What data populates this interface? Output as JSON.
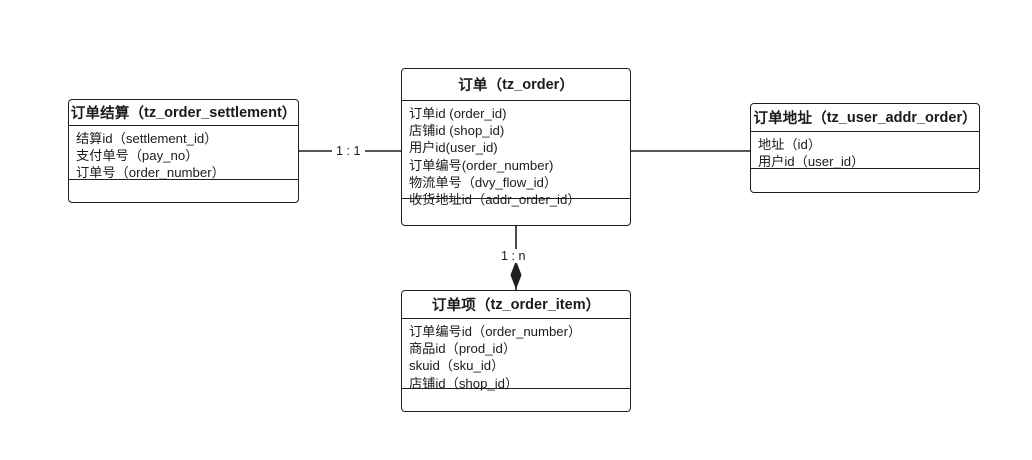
{
  "diagram": {
    "type": "er-diagram",
    "title_cjk": "",
    "stroke_color": "#1f1f1f",
    "fill_color": "#ffffff"
  },
  "entities": [
    {
      "id": "tz_order_settlement",
      "name_cjk": "订单结算",
      "name_table": "tz_order_settlement",
      "title_open_paren": "（",
      "title_close_paren": "）",
      "attributes": [
        "结算id（settlement_id）",
        "支付单号（pay_no）",
        "订单号（order_number）"
      ]
    },
    {
      "id": "tz_order",
      "name_cjk": "订单",
      "name_table": "tz_order",
      "title_open_paren": "（",
      "title_close_paren": "）",
      "attributes": [
        "订单id (order_id)",
        "店铺id (shop_id)",
        "用户id(user_id)",
        "订单编号(order_number)",
        "物流单号（dvy_flow_id）",
        "收货地址id（addr_order_id）"
      ]
    },
    {
      "id": "tz_user_addr_order",
      "name_cjk": "订单地址",
      "name_table": "tz_user_addr_order",
      "title_open_paren": "（",
      "title_close_paren": "）",
      "attributes": [
        "地址（id）",
        "用户id（user_id）"
      ]
    },
    {
      "id": "tz_order_item",
      "name_cjk": "订单项",
      "name_table": "tz_order_item",
      "title_open_paren": "（",
      "title_close_paren": "）",
      "attributes": [
        "订单编号id（order_number）",
        "商品id（prod_id）",
        "skuid（sku_id）",
        "店铺id（shop_id）"
      ]
    }
  ],
  "relationships": [
    {
      "id": "settlement-order",
      "from": "tz_order_settlement",
      "to": "tz_order",
      "label": "1 : 1",
      "marker": "none"
    },
    {
      "id": "order-addr",
      "from": "tz_order",
      "to": "tz_user_addr_order",
      "label": "",
      "marker": "none"
    },
    {
      "id": "order-item",
      "from": "tz_order",
      "to": "tz_order_item",
      "label": "1 : n",
      "marker": "filled-diamond"
    }
  ]
}
